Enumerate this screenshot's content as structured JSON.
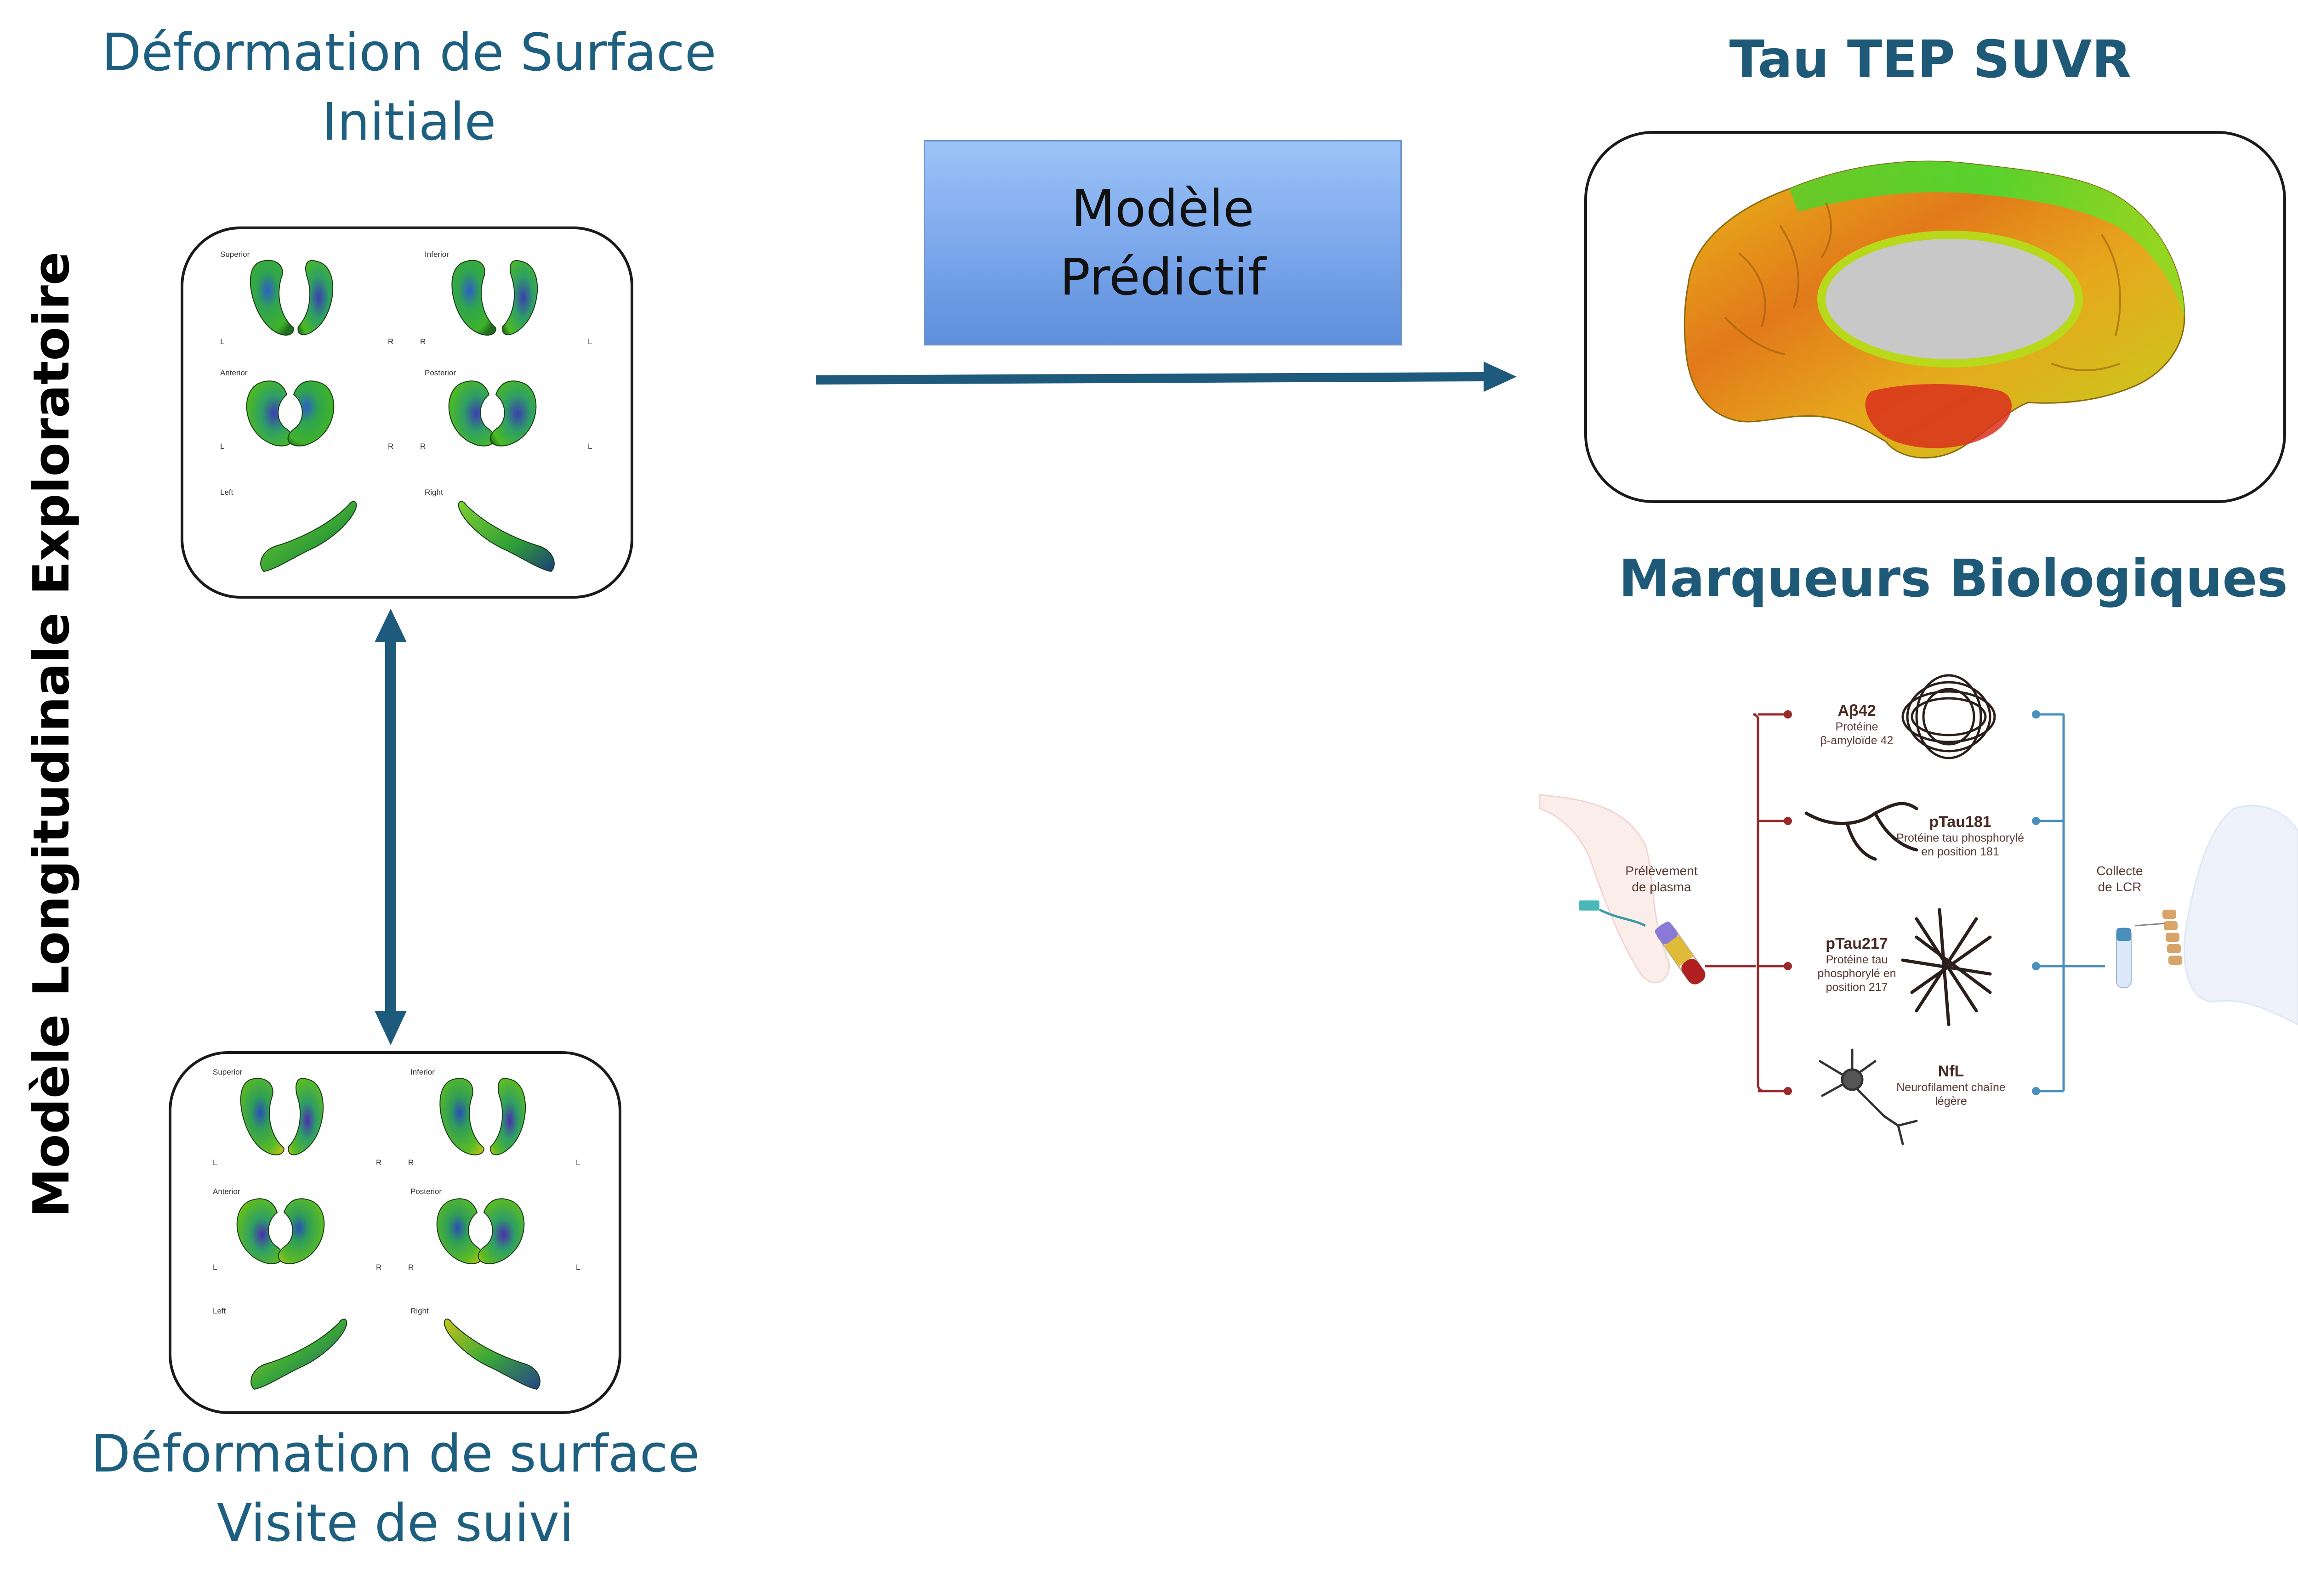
{
  "titles": {
    "initial_line1": "Déformation de Surface",
    "initial_line2": "Initiale",
    "followup_line1": "Déformation de surface",
    "followup_line2": "Visite de suivi",
    "tau": "Tau TEP SUVR",
    "biomarkers": "Marqueurs Biologiques",
    "vertical": "Modèle Longitudinale Exploratoire"
  },
  "model_box": {
    "line1": "Modèle",
    "line2": "Prédictif"
  },
  "surface_views": {
    "superior": "Superior",
    "inferior": "Inferior",
    "anterior": "Anterior",
    "posterior": "Posterior",
    "left": "Left",
    "right": "Right",
    "l": "L",
    "r": "R"
  },
  "biomarkers": {
    "abeta_title": "Aβ42",
    "abeta_sub1": "Protéine",
    "abeta_sub2": "β-amyloïde 42",
    "ptau181_title": "pTau181",
    "ptau181_sub1": "Protéine tau phosphorylé",
    "ptau181_sub2": "en position 181",
    "ptau217_title": "pTau217",
    "ptau217_sub1": "Protéine tau",
    "ptau217_sub2": "phosphorylé en",
    "ptau217_sub3": "position 217",
    "nfl_title": "NfL",
    "nfl_sub1": "Neurofilament chaîne",
    "nfl_sub2": "légère",
    "plasma_1": "Prélèvement",
    "plasma_2": "de plasma",
    "csf_1": "Collecte",
    "csf_2": "de LCR"
  },
  "colors": {
    "title_blue": "#1e5f7f",
    "arrow": "#1d5a7c",
    "plasma_line": "#9b2a2a",
    "csf_line": "#4a8fbd",
    "box_top": "#9cc3f7",
    "box_bottom": "#5d8fdb"
  }
}
